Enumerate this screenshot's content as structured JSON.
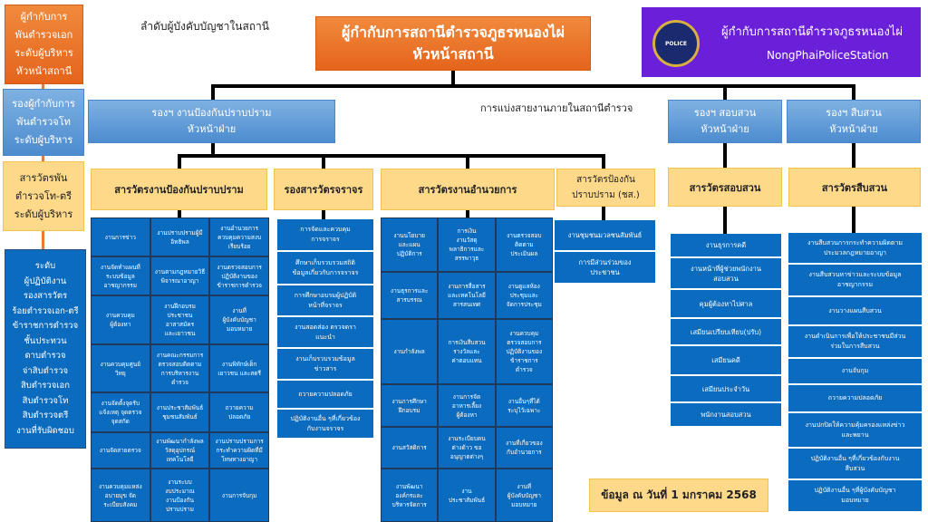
{
  "left_column": {
    "commander": "ผู้กำกับการ\nพันตำรวจเอก\nระดับผู้บริหาร\nหัวหน้าสถานี",
    "deputy": "รองผู้กำกับการ\nพันตำรวจโท\nระดับผู้บริหาร",
    "inspector": "สารวัตรพัน\nตำรวจโท-ตรี\nระดับผู้บริหาร",
    "operational": "ระดับ\nผู้ปฏิบัติงาน\nรองสารวัตร\nร้อยตำรวจเอก-ตรี\nข้าราชการตำรวจ\nชั้นประทวน\nดาบตำรวจ\nจ่าสิบตำรวจ\nสิบตำรวจเอก\nสิบตำรวจโท\nสิบตำรวจตรี\nงานที่รับผิดชอบ"
  },
  "header": {
    "chain_label": "ลำดับผู้บังคับบัญชาในสถานี",
    "station_head": "ผู้กำกับการสถานีตำรวจภูธรหนองไผ่\nหัวหน้าสถานี",
    "station_name_th": "ผู้กำกับการสถานีตำรวจภูธรหนองไผ่",
    "station_name_en": "NongPhaiPoliceStation",
    "logo_text": "POLICE",
    "division_label": "การแบ่งสายงานภายในสถานีตำรวจ"
  },
  "deputies": [
    {
      "label": "รองฯ งานป้องกันปราบปราม\nหัวหน้าฝ่าย"
    },
    {
      "label": "รองฯ สอบสวน\nหัวหน้าฝ่าย"
    },
    {
      "label": "รองฯ สืบสวน\nหัวหน้าฝ่าย"
    }
  ],
  "inspectors": [
    "สารวัตรงานป้องกันปราบปราม",
    "รองสารวัตรจราจร",
    "สารวัตรงานอำนวยการ",
    "สารวัตรป้องกัน\nปราบปราม (ชส.)",
    "สารวัตรสอบสวน",
    "สารวัตรสืบสวน"
  ],
  "prevention_tasks": [
    [
      "งานการข่าว",
      "งานปราบปรามผู้มี\nอิทธิพล",
      "งานอำนวยการ\nควบคุมความสงบ\nเรียบร้อย"
    ],
    [
      "งานจัดทำแผนที่\nระบบข้อมูล\nอาชญากรรม",
      "งานตามกฎหมายวิธี\nพิจารณาอาญา",
      "งานตรวจสอบการ\nปฏิบัติงานของ\nข้าราชการตำรวจ"
    ],
    [
      "งานควบคุม\nผู้ต้องหา",
      "งานฝึกอบรม\nประชาชน\nอาสาสมัคร\nและเยาวชน",
      "งานที่\nผู้บังคับบัญชา\nมอบหมาย"
    ],
    [
      "งานควบคุมศูนย์\nวิทยุ",
      "งานคณะกรรมการ\nตรวจสอบติดตาม\nการบริหารงาน\nตำรวจ",
      "งานพิทักษ์เด็ก\nเยาวชน และสตรี"
    ],
    [
      "งานจัดตั้งจุดรับ\nแจ้งเหตุ จุดตรวจ\nจุดสกัด",
      "งานประชาสัมพันธ์\nชุมชนสัมพันธ์",
      "ถวายความ\nปลอดภัย"
    ],
    [
      "งานจัดสายตรวจ",
      "งานพัฒนากำลังพล\nวัสดุอุปกรณ์\nเทคโนโลยี",
      "งานปราบปรามการ\nกระทำความผิดที่มี\nโทษทางอาญา"
    ],
    [
      "งานควบคุมแหล่ง\nอบายมุข จัด\nระเบียบสังคม",
      "งานระบบ\nงบประมาณ\nงานป้องกัน\nปราบปราม",
      "งานการจับกุม"
    ]
  ],
  "traffic_tasks": [
    "การจัดและควบคุม\nการจราจร",
    "ศึกษาเก็บรวบรวมสถิติ\nข้อมูลเกี่ยวกับการจราจร",
    "การศึกษาอบรมผู้ปฏิบัติ\nหน้าที่จราจร",
    "งานสอดส่อง ตรวจตรา\nแนะนำ",
    "งานเก็บรวบรวมข้อมูล\nข่าวสาร",
    "ถวายความปลอดภัย",
    "ปฏิบัติงานอื่น ๆที่เกี่ยวข้อง\nกับงานจราจร"
  ],
  "admin_tasks": [
    [
      "งานนโยบาย\nและแผน\nปฏิบัติการ",
      "การเงิน\nงานวัสดุ\nพลาธิการและ\nสรรพาวุธ",
      "งานตรวจสอบ\nติดตาม\nประเมินผล"
    ],
    [
      "งานธุรการและ\nสารบรรณ",
      "งานการสื่อสาร\nและเทคโนโลยี\nสารสนเทศ",
      "งานดูแลห้อง\nประชุมและ\nจัดการประชุม"
    ],
    [
      "งานกำลังพล",
      "การเงินสืบสวน\nรางวัลและ\nค่าตอบแทน",
      "งานควบคุม\nตรวจสอบการ\nปฏิบัติงานของ\nข้าราชการ\nตำรวจ"
    ],
    [
      "งานการศึกษา\nฝึกอบรม",
      "งานการจัด\nอาหารเลี้ยง\nผู้ต้องหา",
      "งานอื่นๆที่ได้\nระบุไว้เฉพาะ"
    ],
    [
      "งานสวัสดิการ",
      "งานระเบียบคน\nต่างด้าว ขอ\nอนุญาตต่างๆ",
      "งานที่เกี่ยวของ\nกับอำนวยการ"
    ],
    [
      "งานพัฒนา\nองค์กรและ\nบริหารจัดการ",
      "งาน\nประชาสัมพันธ์",
      "งานที่\nผู้บังคับบัญชา\nมอบหมาย"
    ]
  ],
  "community_tasks": [
    "งานชุมชนมวลชนสัมพันธ์",
    "การมีส่วนร่วมของ\nประชาชน"
  ],
  "inquiry_tasks": [
    "งานธุรการคดี",
    "งานหน้าที่ผู้ช่วยพนักงาน\nสอบสวน",
    "คุมผู้ต้องหาไปศาล",
    "เสมียนเปรียบเทียบ(ปรับ)",
    "เสมียนคดี",
    "เสมียนประจำวัน",
    "พนักงานสอบสวน"
  ],
  "investigation_tasks": [
    "งานสืบสวนการกระทำความผิดตาม\nประมวลกฎหมายอาญา",
    "งานสืบสวนหาข่าวและระบบข้อมูล\nอาชญากรรม",
    "งานวางแผนสืบสวน",
    "งานดำเนินการเพื่อให้ประชาชนมีส่วน\nร่วมในการสืบสวน",
    "งานจับกุม",
    "ถวายความปลอดภัย",
    "งานปกปิดให้ความคุ้มครองแหล่งข่าว\nและพยาน",
    "ปฏิบัติงานอื่น ๆที่เกี่ยวข้องกับงาน\nสืบสวน",
    "ปฏิบัติงานอื่น ๆที่ผู้บังคับบัญชา\nมอบหมาย"
  ],
  "footer": {
    "data_date": "ข้อมูล ณ วันที่ 1 มกราคม 2568"
  },
  "colors": {
    "orange": "#e96a25",
    "blue": "#0a6bbf",
    "light_blue": "#5b98d6",
    "yellow": "#fed98a",
    "purple": "#6a1fd8"
  }
}
